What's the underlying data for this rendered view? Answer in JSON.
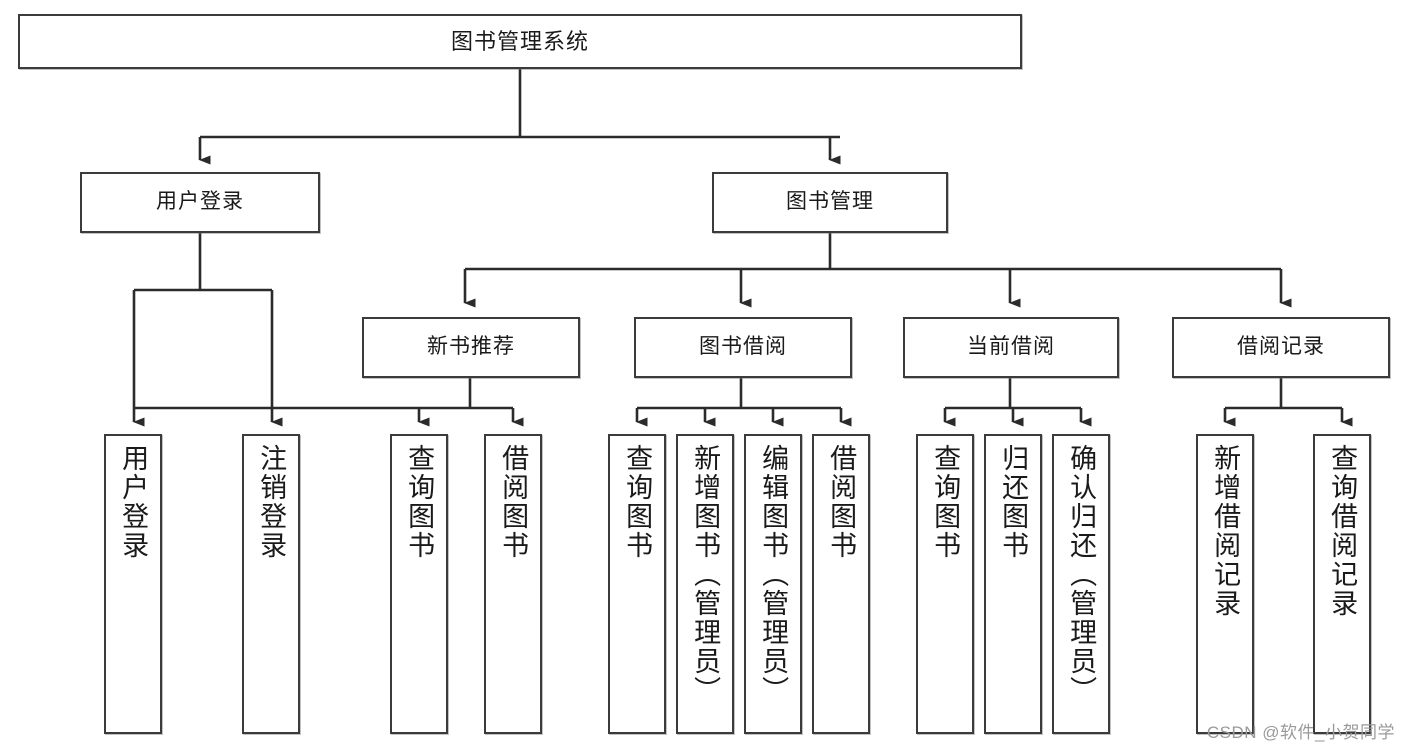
{
  "diagram": {
    "type": "tree",
    "title": "图书管理系统",
    "root": {
      "label": "图书管理系统"
    },
    "level2": [
      {
        "label": "用户登录"
      },
      {
        "label": "图书管理"
      }
    ],
    "level3": [
      {
        "label": "新书推荐"
      },
      {
        "label": "图书借阅"
      },
      {
        "label": "当前借阅"
      },
      {
        "label": "借阅记录"
      }
    ],
    "leaves": {
      "user_login": [
        {
          "label": "用户登录"
        },
        {
          "label": "注销登录"
        }
      ],
      "new_book_recommend": [
        {
          "label": "查询图书"
        },
        {
          "label": "借阅图书"
        }
      ],
      "book_borrow": [
        {
          "label": "查询图书"
        },
        {
          "label": "新增图书（管理员）"
        },
        {
          "label": "编辑图书（管理员）"
        },
        {
          "label": "借阅图书"
        }
      ],
      "current_borrow": [
        {
          "label": "查询图书"
        },
        {
          "label": "归还图书"
        },
        {
          "label": "确认归还（管理员）"
        }
      ],
      "borrow_record": [
        {
          "label": "新增借阅记录"
        },
        {
          "label": "查询借阅记录"
        }
      ]
    },
    "colors": {
      "box_border": "#3b3b3b",
      "box_fill": "#ffffff",
      "connector": "#2b2b2b",
      "text": "#1a1a1a",
      "watermark": "#9a9a9a"
    }
  },
  "watermark": {
    "text": "CSDN @软件_小贺同学"
  }
}
